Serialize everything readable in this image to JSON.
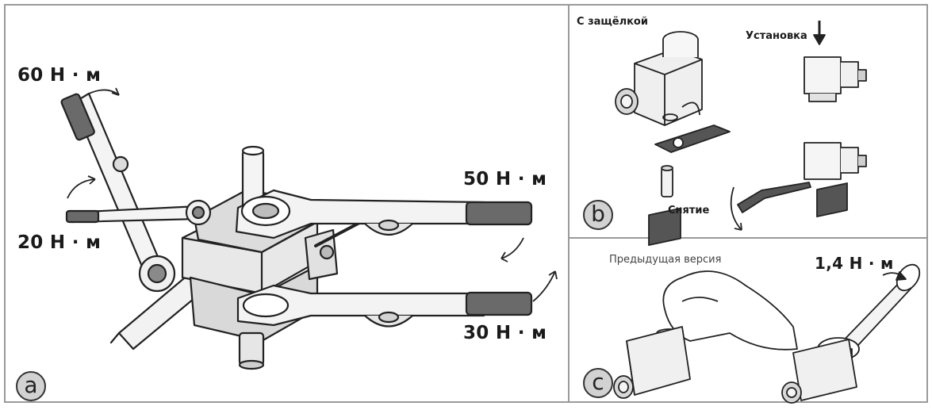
{
  "panels": {
    "a": {
      "letter": "a",
      "torques": {
        "top_left": "60 Н · м",
        "left": "20 Н · м",
        "right_upper": "50 Н · м",
        "right_lower": "30 Н · м"
      }
    },
    "b": {
      "letter": "b",
      "latch_label": "С защёлкой",
      "install_label": "Установка",
      "remove_label": "Снятие"
    },
    "c": {
      "letter": "c",
      "previous_label": "Предыдущая версия",
      "torque": "1,4 Н · м"
    }
  },
  "colors": {
    "line": "#222222",
    "fill_light": "#f2f2f2",
    "fill_mid": "#cfcfcf",
    "fill_dark": "#555555",
    "badge": "#d2d2d2"
  }
}
